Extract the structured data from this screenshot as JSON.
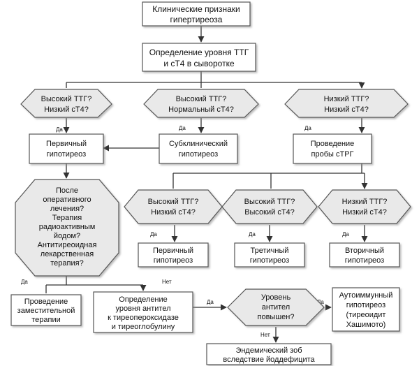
{
  "nodes": {
    "clinical_signs": [
      "Клинические признаки",
      "гипертиреоза"
    ],
    "tsh_t4_measure": [
      "Определение уровня ТТГ",
      "и сТ4 в сыворотке"
    ],
    "q_high_tsh_low_t4": [
      "Высокий ТТГ?",
      "Низкий сТ4?"
    ],
    "q_high_tsh_normal_t4": [
      "Высокий ТТГ?",
      "Нормальный сТ4?"
    ],
    "q_low_tsh_low_t4": [
      "Низкий ТТГ?",
      "Низкий сТ4?"
    ],
    "primary_hypothyroidism": [
      "Первичный",
      "гипотиреоз"
    ],
    "subclinical_hypothyroidism": [
      "Субклинический",
      "гипотиреоз"
    ],
    "trh_test": [
      "Проведение",
      "пробы сТРГ"
    ],
    "q_post_treatment": [
      "После",
      "оперативного",
      "лечения?",
      "Терапия",
      "радиоактивным",
      "йодом?",
      "Антитиреоидная",
      "лекарственная",
      "терапия?"
    ],
    "q2_high_tsh_low_t4": [
      "Высокий ТТГ?",
      "Низкий сТ4?"
    ],
    "q2_high_tsh_high_t4": [
      "Высокий ТТГ?",
      "Высокий сТ4?"
    ],
    "q2_low_tsh_low_t4": [
      "Низкий ТТГ?",
      "Низкий сТ4?"
    ],
    "primary_hypothyroidism_2": [
      "Первичный",
      "гипотиреоз"
    ],
    "tertiary_hypothyroidism": [
      "Третичный",
      "гипотиреоз"
    ],
    "secondary_hypothyroidism": [
      "Вторичный",
      "гипотиреоз"
    ],
    "replacement_therapy": [
      "Проведение",
      "заместительной",
      "терапии"
    ],
    "antibody_test": [
      "Определение",
      "уровня антител",
      "к тиреопероксидазе",
      "и тиреоглобулину"
    ],
    "q_antibodies_elevated": [
      "Уровень",
      "антител",
      "повышен?"
    ],
    "autoimmune_thyroiditis": [
      "Аутоиммунный",
      "гипотиреоз",
      "(тиреоидит",
      "Хашимото)"
    ],
    "endemic_goiter": [
      "Эндемический зоб",
      "вследствие йоддефицита"
    ]
  },
  "edge_labels": {
    "yes": "Да",
    "no": "Нет"
  }
}
